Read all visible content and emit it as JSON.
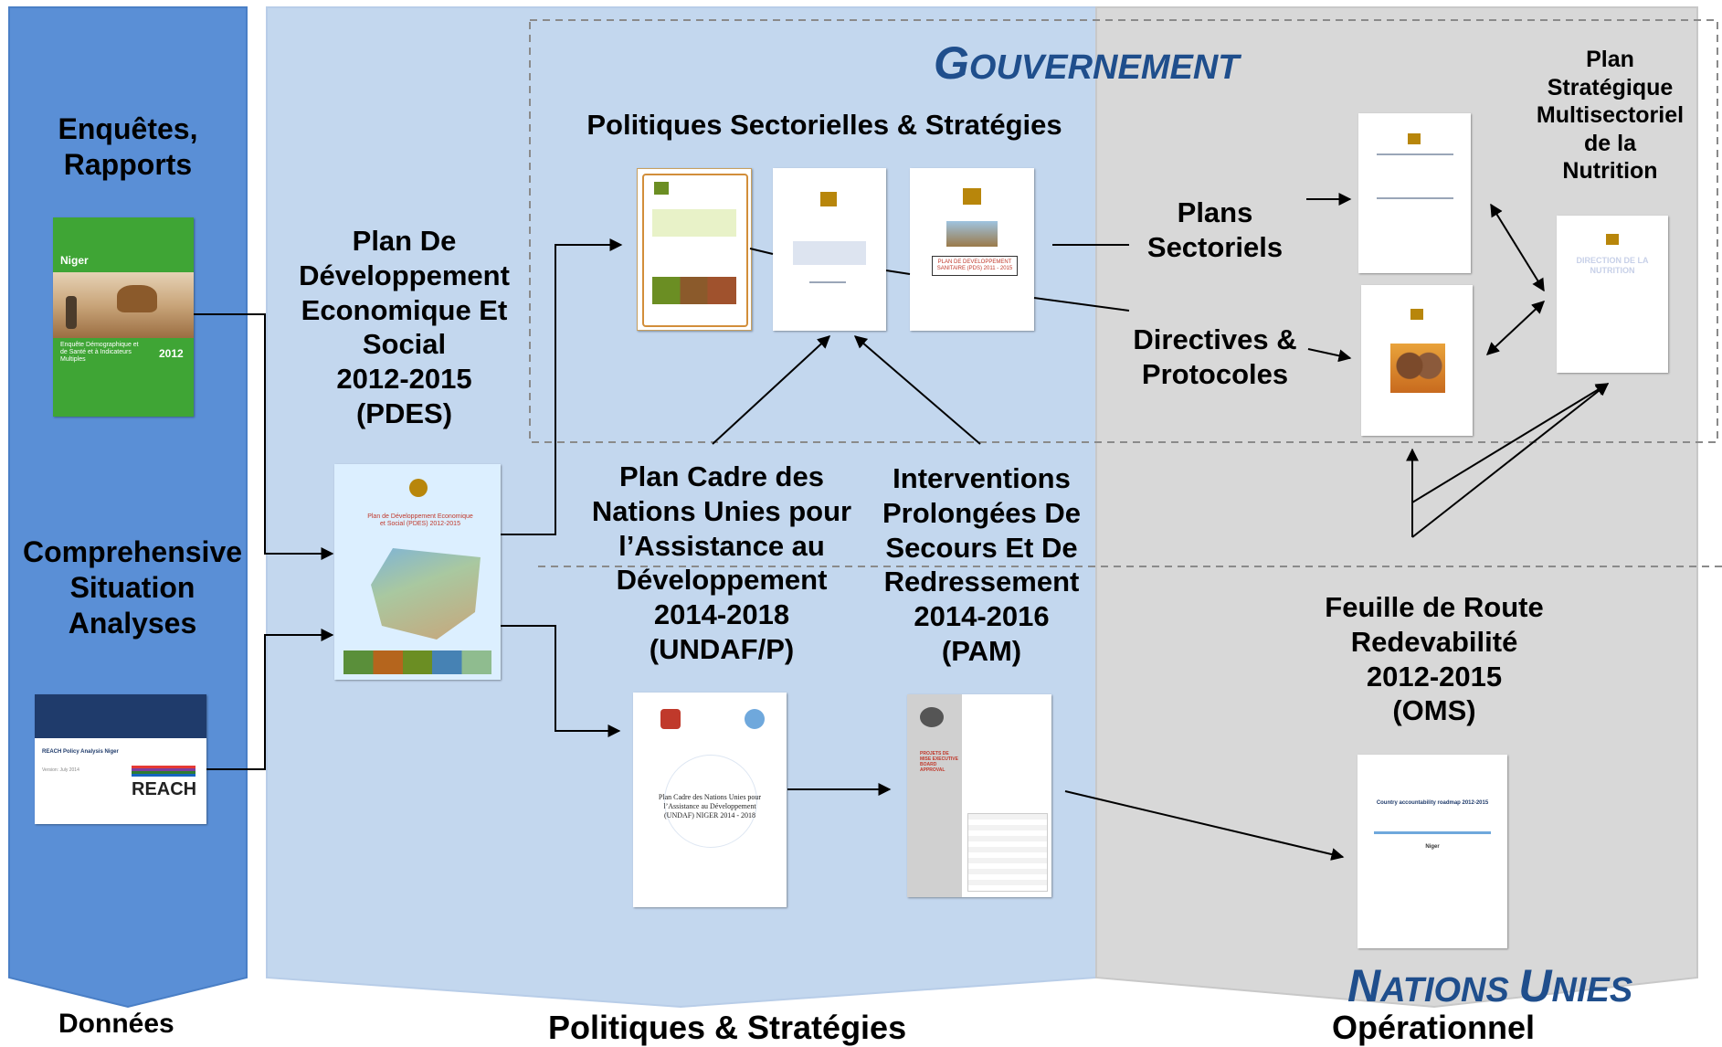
{
  "columns": {
    "donnees": {
      "label": "Données"
    },
    "politiques": {
      "label": "Politiques & Stratégies"
    },
    "operationnel": {
      "label": "Opérationnel"
    }
  },
  "regions": {
    "gouvernement": {
      "first": "G",
      "rest": "OUVERNEMENT"
    },
    "nations_unies": {
      "first1": "N",
      "rest1": "ATIONS ",
      "first2": "U",
      "rest2": "NIES"
    }
  },
  "labels": {
    "enquetes": [
      "Enquêtes,",
      "Rapports"
    ],
    "comprehensive": [
      "Comprehensive",
      "Situation",
      "Analyses"
    ],
    "pdes": [
      "Plan De",
      "Développement",
      "Economique Et",
      "Social",
      "2012-2015",
      "(PDES)"
    ],
    "politiques_sectorielles": "Politiques Sectorielles & Stratégies",
    "undaf": [
      "Plan Cadre des",
      "Nations Unies pour",
      "l’Assistance au",
      "Développement",
      "2014-2018",
      "(UNDAF/P)"
    ],
    "pam": [
      "Interventions",
      "Prolongées De",
      "Secours Et De",
      "Redressement",
      "2014-2016",
      "(PAM)"
    ],
    "plans_sectoriels": [
      "Plans",
      "Sectoriels"
    ],
    "directives": [
      "Directives &",
      "Protocoles"
    ],
    "plan_strategique": [
      "Plan",
      "Stratégique",
      "Multisectoriel",
      "de la",
      "Nutrition"
    ],
    "feuille_route": [
      "Feuille de Route",
      "Redevabilité",
      "2012-2015",
      "(OMS)"
    ]
  },
  "documents": {
    "niger_report": {
      "country": "Niger",
      "subtitle": "Enquête Démographique et de Santé et à Indicateurs Multiples",
      "year": "2012"
    },
    "reach": {
      "header": "REACH Policy Analysis Niger",
      "brand": "REACH",
      "date": "Version: July 2014"
    },
    "pdes_cover": {
      "title": "Plan de Développement Economique et Social (PDES) 2012-2015"
    },
    "pds_cover": {
      "title": "PLAN DE DEVELOPPEMENT SANITAIRE (PDS) 2011 - 2015"
    },
    "nutrition_cover": {
      "title": "DIRECTION DE LA NUTRITION"
    },
    "undaf_cover": {
      "title": "Plan Cadre des Nations Unies pour l’Assistance au Développement (UNDAF) NIGER 2014 - 2018"
    },
    "pam_cover": {
      "title": "PROJETS DE MISE EXECUTIVE BOARD APPROVAL"
    },
    "oms_cover": {
      "title": "Country accountability roadmap 2012-2015",
      "country": "Niger"
    }
  },
  "colors": {
    "donnees_fill": "#5a8fd6",
    "politiques_fill": "#c3d7ee",
    "operationnel_fill": "#d8d8d8",
    "title_blue": "#1f4e8c",
    "green_report": "#3fa535"
  }
}
